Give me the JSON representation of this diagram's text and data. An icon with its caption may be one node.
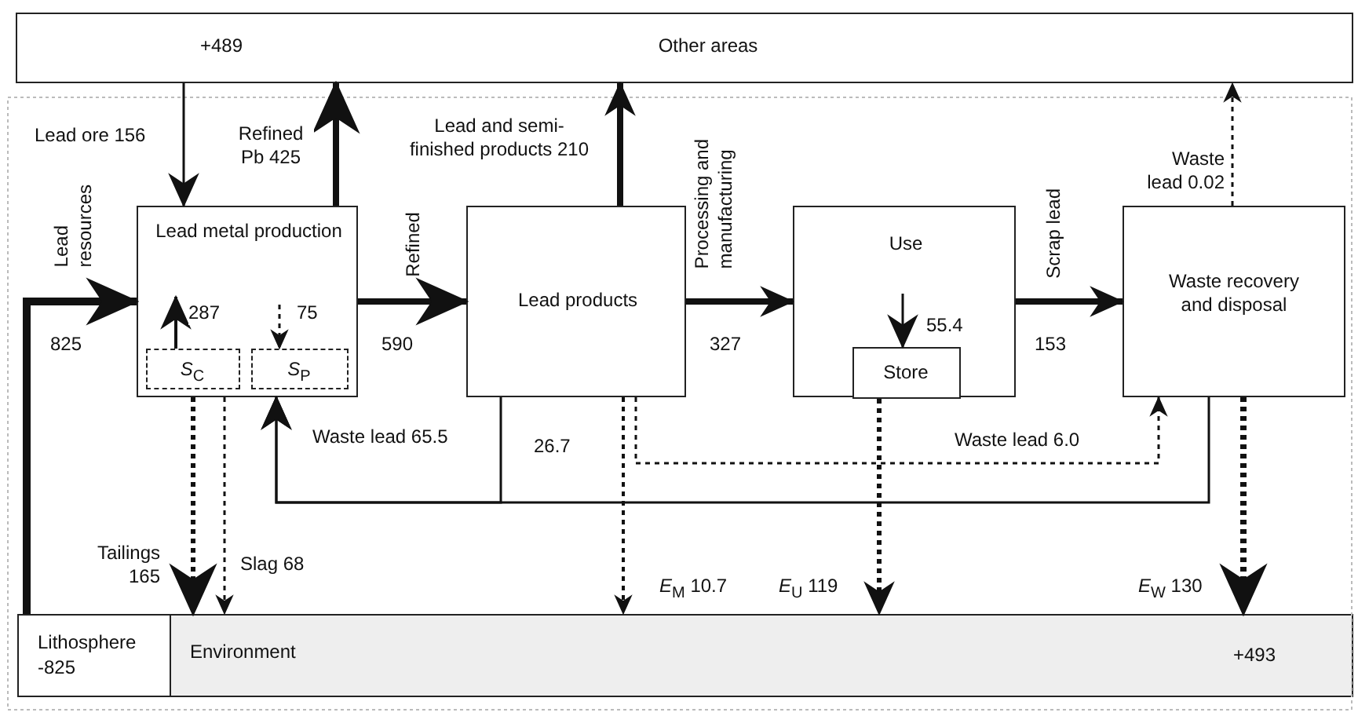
{
  "diagram": {
    "nodes": [
      {
        "text": [
          "+489",
          "Other areas"
        ]
      },
      {
        "text": [
          "Lead metal production"
        ]
      },
      {
        "text": [
          "*S*$_{C}$"
        ],
        "in": 1
      },
      {
        "text": [
          "*S*$_{P}$"
        ],
        "in": 1
      },
      {
        "text": [
          "Lead products"
        ]
      },
      {
        "text": [
          "Use"
        ]
      },
      {
        "text": [
          "Store"
        ],
        "in": 5
      },
      {
        "text": [
          "Waste recovery and disposal"
        ]
      },
      {
        "text": [
          "Lithosphere",
          "-825"
        ]
      },
      {
        "text": [
          "Environment",
          "+493"
        ]
      }
    ],
    "edges": [
      {
        "from": 8,
        "to": 1,
        "arrow": "to",
        "label": "Lead resources",
        "style": "thick"
      },
      {
        "from": 0,
        "to": 1,
        "arrow": "to",
        "label": "Lead ore 156"
      },
      {
        "from": 1,
        "to": 0,
        "arrow": "to",
        "label": "Refined Pb 425",
        "style": "thick"
      },
      {
        "from": 1,
        "to": 4,
        "arrow": "to",
        "label": "Refined",
        "style": "thick"
      },
      {
        "from": 4,
        "to": 0,
        "arrow": "to",
        "label": "Lead and semi-finished products 210",
        "style": "thick"
      },
      {
        "from": 4,
        "to": 5,
        "arrow": "to",
        "label": "Processing and manufacturing",
        "style": "thick"
      },
      {
        "from": 5,
        "to": 7,
        "arrow": "to",
        "label": "Scrap lead",
        "style": "thick"
      },
      {
        "from": 7,
        "to": 0,
        "arrow": "to",
        "label": "Waste lead 0.02",
        "style": "dashed"
      },
      {
        "from": 2,
        "to": null,
        "arrow": "to",
        "label": "287"
      },
      {
        "from": null,
        "to": 3,
        "arrow": "to",
        "label": "75",
        "style": "dashed"
      },
      {
        "from": 1,
        "to": 9,
        "arrow": "to",
        "label": "Tailings 165",
        "style": "dashed"
      },
      {
        "from": 1,
        "to": 9,
        "arrow": "to",
        "label": "Slag 68",
        "style": "dashed"
      },
      {
        "from": 7,
        "to": 1,
        "arrow": "to",
        "label": "Waste lead 65.5"
      },
      {
        "from": 4,
        "to": 1,
        "arrow": "to",
        "label": "26.7"
      },
      {
        "from": 4,
        "to": 9,
        "arrow": "to",
        "label": "*E*$_{M}$ 10.7",
        "style": "dashed"
      },
      {
        "from": 4,
        "to": 7,
        "arrow": "to",
        "label": "Waste lead 6.0",
        "style": "dashed"
      },
      {
        "from": 6,
        "to": 9,
        "arrow": "to",
        "label": "*E*$_{U}$ 119",
        "style": "dashed"
      },
      {
        "from": null,
        "to": 6,
        "arrow": "to",
        "label": "55.4"
      },
      {
        "from": 7,
        "to": 9,
        "arrow": "to",
        "label": "*E*$_{W}$ 130",
        "style": "dashed"
      }
    ],
    "labels": [
      "825",
      "590",
      "327",
      "153"
    ]
  }
}
